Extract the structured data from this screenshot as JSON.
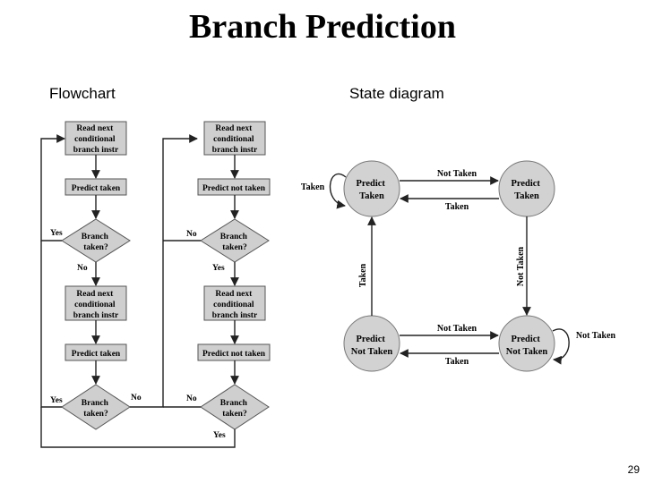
{
  "title": "Branch Prediction",
  "flowchart_label": "Flowchart",
  "state_label": "State diagram",
  "page_number": "29",
  "flow": {
    "read": [
      "Read next",
      "conditional",
      "branch instr"
    ],
    "predict_taken": "Predict taken",
    "predict_not_taken": "Predict not taken",
    "branch": [
      "Branch",
      "taken?"
    ],
    "yes": "Yes",
    "no": "No"
  },
  "states": {
    "predict": "Predict",
    "taken": "Taken",
    "not_taken": "Not Taken"
  },
  "transitions": {
    "taken": "Taken",
    "not_taken": "Not Taken"
  }
}
